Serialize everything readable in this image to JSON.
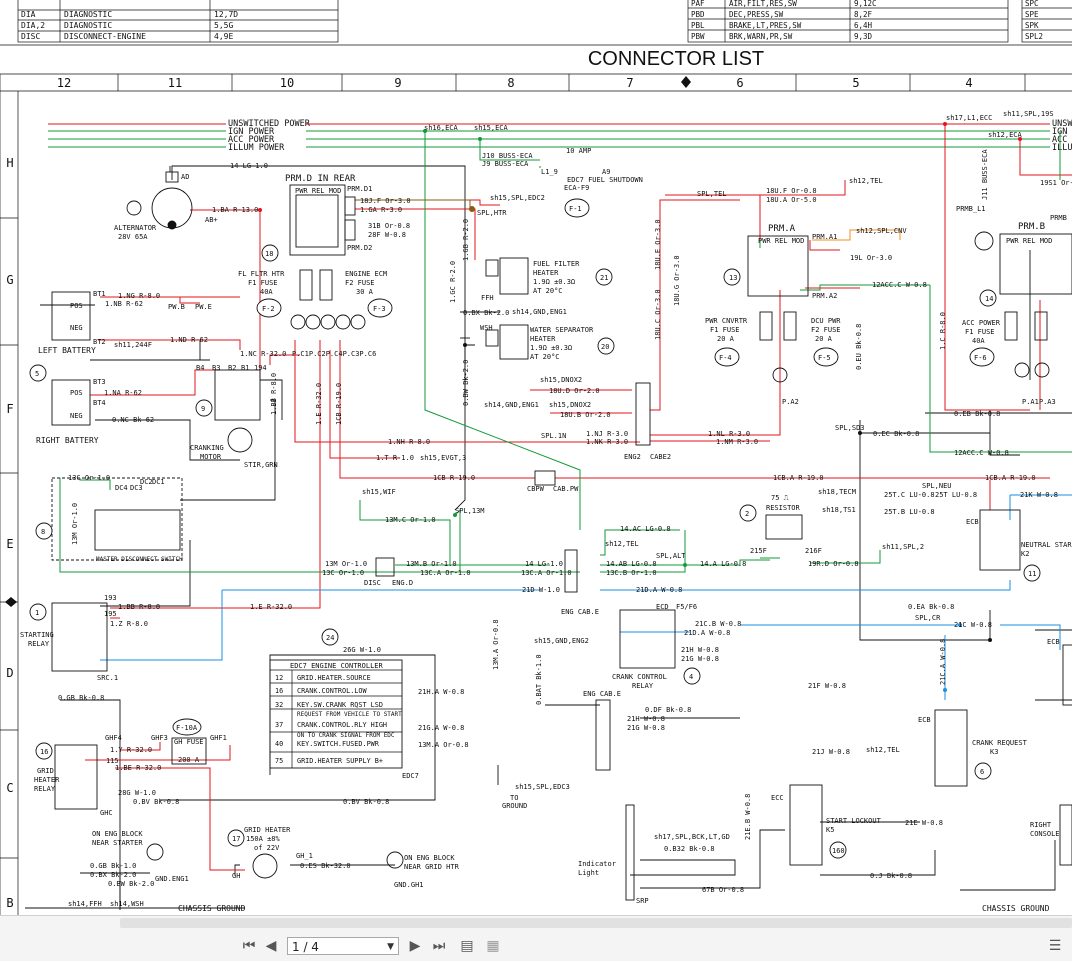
{
  "title": "CONNECTOR LIST",
  "top_table_left": [
    {
      "code": "DIA",
      "desc": "DIAGNOSTIC",
      "ref": "12,7D"
    },
    {
      "code": "DIA,2",
      "desc": "DIAGNOSTIC",
      "ref": "5,5G"
    },
    {
      "code": "DISC",
      "desc": "DISCONNECT-ENGINE",
      "ref": "4,9E"
    }
  ],
  "top_table_right": [
    {
      "code": "PAF",
      "desc": "AIR,FILT,RES,SW",
      "ref": "9,12C"
    },
    {
      "code": "PBD",
      "desc": "DEC,PRESS,SW",
      "ref": "8,2F"
    },
    {
      "code": "PBL",
      "desc": "BRAKE,LT,PRES,SW",
      "ref": "6,4H"
    },
    {
      "code": "PBW",
      "desc": "BRK,WARN,PR,SW",
      "ref": "9,3D"
    }
  ],
  "top_table_far": [
    "SPC",
    "SPE",
    "SPK",
    "SPL2"
  ],
  "column_labels": [
    "12",
    "11",
    "10",
    "9",
    "8",
    "7",
    "6",
    "5",
    "4"
  ],
  "row_labels": [
    "H",
    "G",
    "F",
    "E",
    "D",
    "C",
    "B"
  ],
  "bus_labels": [
    "UNSWITCHED POWER",
    "IGN POWER",
    "ACC POWER",
    "ILLUM POWER"
  ],
  "bus_labels_right": [
    "UNSW",
    "IGN",
    "ACC",
    "ILLU"
  ],
  "labels": {
    "sh16_eca": "sh16,ECA",
    "sh15_eca": "sh15,ECA",
    "sh17_l1_ecc": "sh17,L1,ECC",
    "sh11_spl_19s": "sh11,SPL,19S",
    "sh12_eca": "sh12,ECA",
    "j10": "J10 BUSS-ECA",
    "j9": "J9 BUSS-ECA",
    "amp10": "10 AMP",
    "l1_9": "L1_9",
    "a9": "A9",
    "edc7_fuel_1": "EDC7 FUEL SHUTDOWN",
    "edc7_fuel_2": "ECA-F9",
    "f1": "F-1",
    "w14lg": "14 LG-1.0",
    "ad": "AD",
    "alt_1": "ALTERNATOR",
    "alt_2": "28V 65A",
    "ba_r13": "1.BA R-13.0",
    "abp": "AB+",
    "prm_d": "PRM.D  IN REAR",
    "pwr_rel_mod": "PWR REL MOD",
    "prm_d1": "PRM.D1",
    "prm_d2": "PRM.D2",
    "w18j": "18J.F Or-3.0",
    "w1ga": "1.GA R-3.0",
    "w31b": "31B Or-0.8",
    "w28f": "28F W-0.8",
    "sh15_spl_edc2": "sh15,SPL,EDC2",
    "spl_htr": "SPL,HTR",
    "n18": "18",
    "fl_fltr_1": "FL FLTR HTR",
    "fl_fltr_2": "F1 FUSE",
    "fl_fltr_3": "40A",
    "f2": "F-2",
    "eng_ecm_1": "ENGINE ECM",
    "eng_ecm_2": "F2 FUSE",
    "eng_ecm_3": "30 A",
    "f3": "F-3",
    "pc_row": "P.C1P.C2P.C4P.C3P.C6",
    "lgb": "1.GB R-2.0",
    "lgc": "1.GC R-2.0",
    "ffh": "FFH",
    "fuel_fltr_1": "FUEL FILTER",
    "fuel_fltr_2": "HEATER",
    "fuel_fltr_3": "1.9Ω ±0.3Ω",
    "fuel_fltr_4": "AT 20°C",
    "n21": "21",
    "bx": "0.BX Bk-2.0",
    "sh14_gnd_eng1": "sh14,GND,ENG1",
    "wsh": "WSH",
    "ws_1": "WATER SEPARATOR",
    "ws_2": "HEATER",
    "ws_3": "1.9Ω ±0.3Ω",
    "ws_4": "AT 20°C",
    "n20": "20",
    "bw": "0.BW Bk-2.0",
    "sh15_dnox2": "sh15,DNOX2",
    "w18u_d": "18U.D Or-2.0",
    "sh15_dnox2b": "sh15,DNOX2",
    "w18u_b": "18U.B Or-2.0",
    "sh14_gnd_eng1b": "sh14,GND,ENG1",
    "spl_tel": "SPL,TEL",
    "w18u_f": "18U.F Or-0.8",
    "w18u_a": "18U.A Or-5.0",
    "sh12_tel": "sh12,TEL",
    "w18u_e": "18U.E Or-3.0",
    "w18u_c": "18U.C Or-3.0",
    "w18u_g": "18U.G Or-3.0",
    "prm_a": "PRM.A",
    "prm_a1": "PRM.A1",
    "prm_a2": "PRM.A2",
    "sh12_spl_cnv": "sh12,SPL,CNV",
    "w19l": "19L Or-3.0",
    "w12acc": "12ACC.C W-0.8",
    "n13": "13",
    "pwr_cnv_1": "PWR CNVRTR",
    "pwr_cnv_2": "F1 FUSE",
    "pwr_cnv_3": "20 A",
    "f4": "F-4",
    "dcu_1": "DCU PWR",
    "dcu_2": "F2 FUSE",
    "dcu_3": "20 A",
    "f5": "F-5",
    "pa2": "P.A2",
    "bt1": "BT1",
    "pos1": "POS",
    "neg1": "NEG",
    "ng": "1.NG R-8.0",
    "nb": "1.NB R-62",
    "pwb": "PW.B",
    "pwe": "PW.E",
    "bt2": "BT2",
    "sh11_244f": "sh11,244F",
    "left_batt": "LEFT BATTERY",
    "n5": "5",
    "nd": "1.ND R-62",
    "bt3": "BT3",
    "na": "1.NA R-62",
    "bt4": "BT4",
    "nc_bk": "0.NC Bk-62",
    "right_batt": "RIGHT BATTERY",
    "b4": "B4",
    "b3": "B3",
    "b2": "B2",
    "b1": "B1",
    "n194": "194",
    "nc_r": "1.NC R-32.0",
    "bb_r": "1.BB R-8.0",
    "n9": "9",
    "crank_1": "CRANKING",
    "crank_2": "MOTOR",
    "stir": "STIR,GRN",
    "e_r32": "1.E R-32.0",
    "cb_r19": "1CB R-19.0",
    "nh": "1.NH R-8.0",
    "t_r1": "1.T R-1.0",
    "sh15_evgt3": "sh15,EVGT,3",
    "cb_r19b": "1CB R-19.0",
    "spl_1n": "SPL.1N",
    "nj": "1.NJ R-3.0",
    "nk": "1.NK R-3.0",
    "eng2": "ENG2",
    "cabe2": "CABE2",
    "nl": "1.NL R-3.0",
    "nm": "1.NM R-3.0",
    "cbpw": "CBPW",
    "cab_pw": "CAB.PW",
    "cba": "1CB.A R-19.0",
    "cba2": "1CB.A R-19.0",
    "eu": "0.EU Bk-0.8",
    "lcr": "1.C R-8.0",
    "sh15_wif": "sh15,WIF",
    "spl_13m": "SPL,13M",
    "w13m_c": "13M.C Or-1.0",
    "w14ac": "14.AC LG-0.8",
    "sh12_tel2": "sh12,TEL",
    "spl_alt": "SPL,ALT",
    "n2": "2",
    "resistor_1": "75 ⎍",
    "resistor_2": "RESISTOR",
    "w215f": "215F",
    "w216f": "216F",
    "w19r": "19R.D Or-0.8",
    "sh11_spl2": "sh11,SPL,2",
    "sh18_tecm": "sh18,TECM",
    "w25t_c": "25T.C LU-0.8",
    "spl_neu": "SPL,NEU",
    "w25lu": "25T LU-0.8",
    "sh18_ts1": "sh18,TS1",
    "w25t_b": "25T.B LU-0.8",
    "w13c": "13C Or-1.0",
    "w13m": "13M Or-1.0",
    "w13c2": "13C Or-1.0",
    "w13b": "13M.B Or-1.0",
    "w13c_a": "13C.A Or-1.0",
    "disc": "DISC",
    "eng_d": "ENG.D",
    "dc4": "DC4",
    "dc3": "DC3",
    "dc2": "DC2",
    "dc1": "DC1",
    "n8": "8",
    "w13m_or": "13M Or-1.0",
    "master_disc": "MASTER DISCONNECT SWITCH",
    "w14lg2": "14 LG-1.0",
    "w13ca": "13C.A Or-1.0",
    "w14ab": "14.AB LG-0.8",
    "w13cb": "13C.B Or-1.0",
    "w14a": "14.A LG-0.8",
    "eng_cab_e": "ENG CAB.E",
    "n193": "193",
    "n195": "195",
    "bb_r8": "1.BB R-8.0",
    "z_r8": "1.Z R-8.0",
    "start_1": "STARTING",
    "start_2": "RELAY",
    "n1": "1",
    "src1": "SRC.1",
    "w21d": "21D W-1.0",
    "w21da": "21D.A W-0.8",
    "e_r32b": "1.E R-32.0",
    "ea_bk": "0.EA Bk-0.8",
    "spl_cr": "SPL,CR",
    "w21c": "21C W-0.8",
    "ecd": "ECD",
    "f5f6": "F5/F6",
    "w21cb": "21C.B W-0.8",
    "w21da2": "21D.A W-0.8",
    "w21h": "21H W-0.8",
    "w21g": "21G W-0.8",
    "crank_ctl_1": "CRANK CONTROL",
    "crank_ctl_2": "RELAY",
    "n4": "4",
    "w13ma": "13M.A Or-0.8",
    "n24": "24",
    "w26g": "26G W-1.0",
    "edc7_title": "EDC7 ENGINE CONTROLLER",
    "gb": "0.GB Bk-0.8",
    "sh15_gnd_eng2": "sh15,GND,ENG2",
    "bat": "0.BAT Bk-1.0",
    "eng_cab_e2": "ENG CAB.E",
    "w21ha": "21H.A W-0.8",
    "w21ga": "21G.A W-0.8",
    "w13ma2": "13M.A Or-0.8",
    "df": "0.DF Bk-0.8",
    "w21h2": "21H W-0.8",
    "w21g2": "21G W-0.8",
    "edc7": "EDC7",
    "f10a": "F-10A",
    "ghf4": "GHF4",
    "ghf3": "GHF3",
    "gh_fuse": "GH FUSE",
    "amp200": "200 A",
    "ghf1": "GHF1",
    "y_r32": "1.Y R-32.0",
    "n115": "115",
    "be_r32": "1.BE R-32.0",
    "n16": "16",
    "gh_relay_1": "GRID",
    "gh_relay_2": "HEATER",
    "gh_relay_3": "RELAY",
    "ghc": "GHC",
    "w28g": "28G W-1.0",
    "bv": "0.BV Bk-0.8",
    "bv2": "0.BV Bk-0.8",
    "n17": "17",
    "grid_htr_1": "GRID HEATER",
    "grid_htr_2": "150A ±8%",
    "grid_htr_3": "of 22V",
    "gh": "GH",
    "gh1": "GH_1",
    "es": "0.ES Bk-32.0",
    "on_eng_1": "ON ENG BLOCK",
    "on_eng_2": "NEAR GRID HTR",
    "gnd_gh1": "GND.GH1",
    "on_eng_st_1": "ON ENG BLOCK",
    "on_eng_st_2": "NEAR STARTER",
    "gb1": "0.GB Bk-1.0",
    "bx2": "0.BX Bk-2.0",
    "bw2": "0.BW Bk-2.0",
    "gnd_eng1": "GND.ENG1",
    "sh14_ffh": "sh14,FFH",
    "sh14_wsh": "sh14,WSH",
    "chassis": "CHASSIS GROUND",
    "sh15_spl_edc3": "sh15,SPL,EDC3",
    "to_gnd_1": "TO",
    "to_gnd_2": "GROUND",
    "w21f": "21F W-0.8",
    "ecb": "ECB",
    "crank_req_1": "CRANK REQUEST",
    "crank_req_2": "K3",
    "n6": "6",
    "w21j": "21J W-0.8",
    "sh12_tel3": "sh12,TEL",
    "ecc": "ECC",
    "start_lock_1": "START LOCKOUT",
    "start_lock_2": "K5",
    "n160": "160",
    "w21e": "21E W-0.8",
    "w21eb": "21E.B W-0.8",
    "w21ca": "21C.A W-0.8",
    "sh17_bck": "sh17,SPL,BCK,LT,GD",
    "b32": "0.B32 Bk-0.8",
    "ind_1": "Indicator",
    "ind_2": "Light",
    "w67b": "67B Or-0.8",
    "srp": "SRP",
    "oj": "0.J Bk-0.8",
    "prm_b": "PRM.B",
    "prmb_l1": "PRMB_L1",
    "j11": "J11 BUSS-ECA",
    "w19s1": "19S1 Or-0.8",
    "n14": "14",
    "acc_pwr_1": "ACC POWER",
    "acc_pwr_2": "F1 FUSE",
    "acc_pwr_3": "40A",
    "f6": "F-6",
    "pa_row": "P.A1P.A3",
    "prmb_right": "PRMB",
    "eb": "0.EB Bk-0.8",
    "spl_sd3": "SPL,SD3",
    "ec": "0.EC Bk-0.8",
    "w12acc_c": "12ACC.C W-0.8",
    "w21k": "21K W-0.8",
    "ecb2": "ECB",
    "neutral_1": "NEUTRAL STAR",
    "neutral_2": "K2",
    "n11": "11",
    "ecb3": "ECB",
    "right_con_1": "RIGHT",
    "right_con_2": "CONSOLE",
    "chassis2": "CHASSIS GROUND"
  },
  "edc7_rows": [
    {
      "pin": "12",
      "text": "GRID.HEATER.SOURCE"
    },
    {
      "pin": "16",
      "text": "CRANK.CONTROL.LOW"
    },
    {
      "pin": "32",
      "text": "KEY.SW.CRANK RQST LSD"
    },
    {
      "pin": "",
      "text": "REQUEST FROM VEHICLE TO START"
    },
    {
      "pin": "37",
      "text": "CRANK.CONTROL.RLY HIGH"
    },
    {
      "pin": "",
      "text": "ON TO CRANK SIGNAL FROM EDC"
    },
    {
      "pin": "40",
      "text": "KEY.SWITCH.FUSED.PWR"
    },
    {
      "pin": "75",
      "text": "GRID.HEATER SUPPLY B+"
    }
  ],
  "viewer": {
    "page_indicator": "1 / 4",
    "first_icon": "first-page-icon",
    "prev_icon": "prev-page-icon",
    "next_icon": "next-page-icon",
    "last_icon": "last-page-icon",
    "outline_icon": "outline-icon",
    "thumbs_icon": "thumbnails-icon",
    "side_icon": "sidebar-icon"
  },
  "colors": {
    "red": "#e0161b",
    "green": "#139a3a",
    "blue": "#1a8fe3",
    "orange": "#f08c1e",
    "brown": "#8b5a14",
    "black": "#111111"
  }
}
